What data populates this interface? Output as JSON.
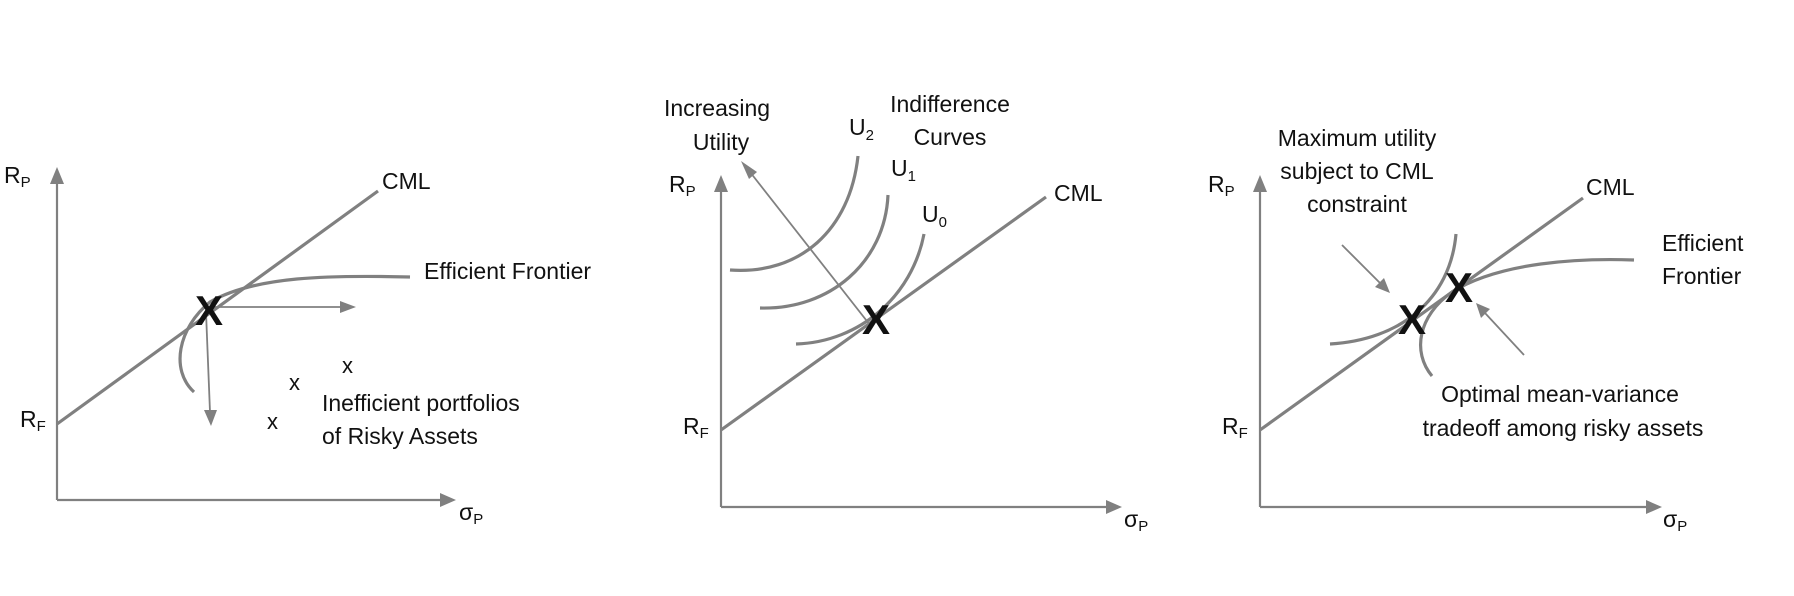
{
  "axes": {
    "y_main": "R",
    "y_sub": "P",
    "rf_main": "R",
    "rf_sub": "F",
    "x_main": "σ",
    "x_sub": "P"
  },
  "panel1": {
    "cml": "CML",
    "frontier": "Efficient Frontier",
    "optimum": "X",
    "inefficient_marker": "x",
    "inefficient_line1": "Inefficient portfolios",
    "inefficient_line2": "of Risky Assets"
  },
  "panel2": {
    "cml": "CML",
    "increasing_line1": "Increasing",
    "increasing_line2": "Utility",
    "indiff_line1": "Indifference",
    "indiff_line2": "Curves",
    "u_main": "U",
    "u2_sub": "2",
    "u1_sub": "1",
    "u0_sub": "0",
    "optimum": "X"
  },
  "panel3": {
    "cml": "CML",
    "frontier_line1": "Efficient",
    "frontier_line2": "Frontier",
    "maxutil_line1": "Maximum utility",
    "maxutil_line2": "subject to CML",
    "maxutil_line3": "constraint",
    "optimal_line1": "Optimal mean-variance",
    "optimal_line2": "tradeoff among risky assets",
    "optimum_left": "X",
    "optimum_right": "X"
  },
  "colors": {
    "line": "#808080",
    "text": "#111111"
  }
}
